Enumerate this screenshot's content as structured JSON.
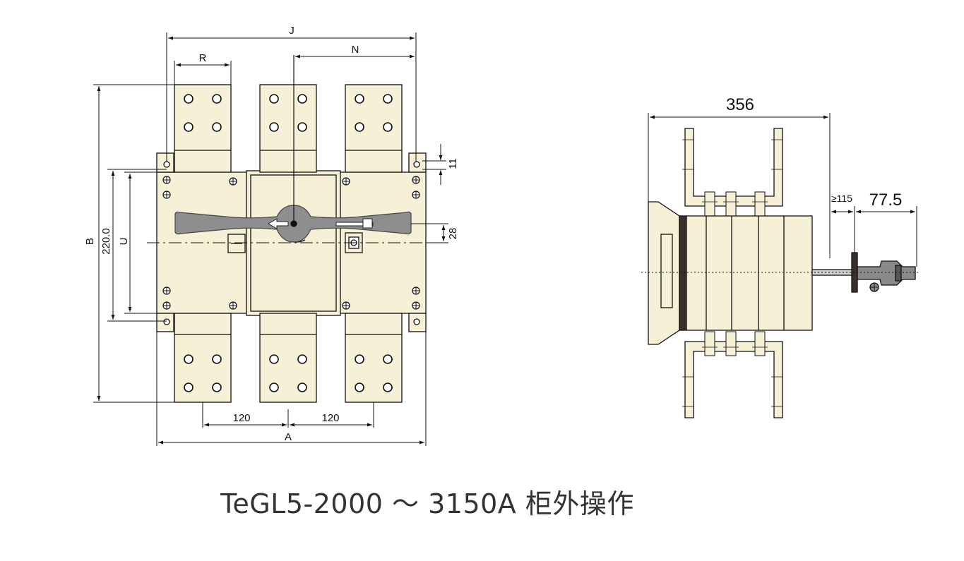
{
  "caption": "TeGL5-2000 ～ 3150A 柜外操作",
  "front_view": {
    "labels": {
      "J": "J",
      "R": "R",
      "N": "N",
      "B": "B",
      "U": "U",
      "A": "A",
      "h": "220.0",
      "d11": "11",
      "d28": "28",
      "pitch_left": "120",
      "pitch_right": "120"
    }
  },
  "side_view": {
    "labels": {
      "depth": "356",
      "min_dist": "≥115",
      "ext": "77.5"
    }
  },
  "colors": {
    "body_fill": "#f6f0d6",
    "handle_fill": "#8e8e8e",
    "line": "#111111",
    "bar_dark": "#3a2f2a",
    "knob": "#7a7a7a"
  }
}
